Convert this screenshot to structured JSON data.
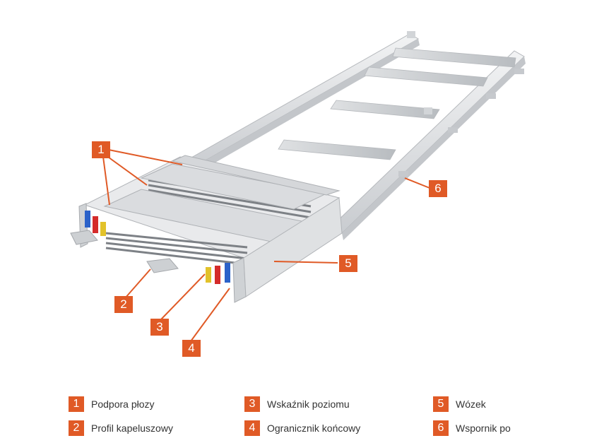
{
  "diagram": {
    "subject": "Slide rail carriage assembly (aluminium frame)",
    "accent_color": "#e05a26",
    "callouts": [
      {
        "num": "1",
        "targets": 3
      },
      {
        "num": "2",
        "targets": 1
      },
      {
        "num": "3",
        "targets": 1
      },
      {
        "num": "4",
        "targets": 1
      },
      {
        "num": "5",
        "targets": 1
      },
      {
        "num": "6",
        "targets": 1
      }
    ]
  },
  "legend": [
    {
      "num": "1",
      "label": "Podpora płozy"
    },
    {
      "num": "2",
      "label": "Profil kapeluszowy"
    },
    {
      "num": "3",
      "label": "Wskaźnik poziomu"
    },
    {
      "num": "4",
      "label": "Ogranicznik końcowy"
    },
    {
      "num": "5",
      "label": "Wózek"
    },
    {
      "num": "6",
      "label": "Wspornik po"
    }
  ]
}
